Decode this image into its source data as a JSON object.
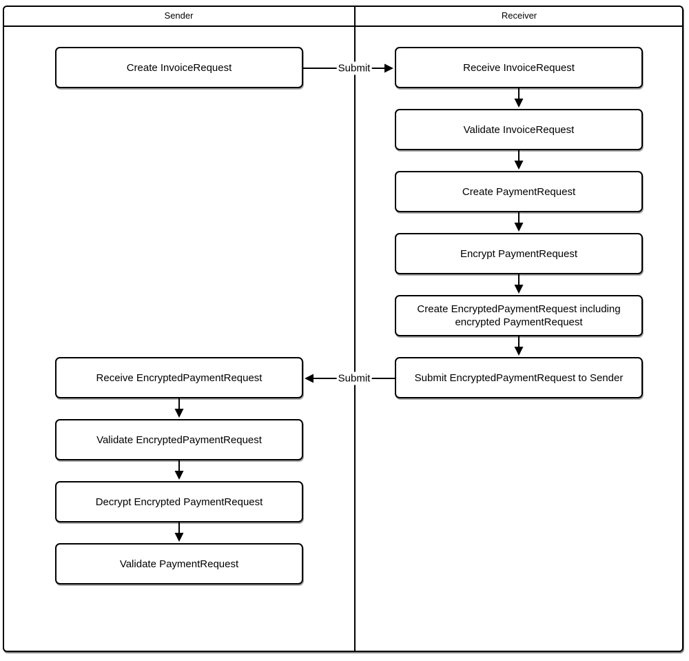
{
  "diagram": {
    "type": "swimlane-flowchart",
    "colors": {
      "background": "#ffffff",
      "line": "#000000",
      "node_fill": "#ffffff",
      "text": "#000000"
    },
    "lanes": {
      "sender": "Sender",
      "receiver": "Receiver"
    },
    "nodes": {
      "create_invoice_request": "Create InvoiceRequest",
      "receive_invoice_request": "Receive InvoiceRequest",
      "validate_invoice_request": "Validate InvoiceRequest",
      "create_payment_request": "Create PaymentRequest",
      "encrypt_payment_request": "Encrypt PaymentRequest",
      "create_encrypted_payment_request": "Create EncryptedPaymentRequest including encrypted PaymentRequest",
      "submit_encrypted_payment_request": "Submit EncryptedPaymentRequest to Sender",
      "receive_encrypted_payment_request": "Receive EncryptedPaymentRequest",
      "validate_encrypted_payment_request": "Validate EncryptedPaymentRequest",
      "decrypt_encrypted_payment_request": "Decrypt Encrypted PaymentRequest",
      "validate_payment_request": "Validate PaymentRequest"
    },
    "edges": {
      "submit_invoice": "Submit",
      "submit_encrypted_payment": "Submit"
    }
  }
}
